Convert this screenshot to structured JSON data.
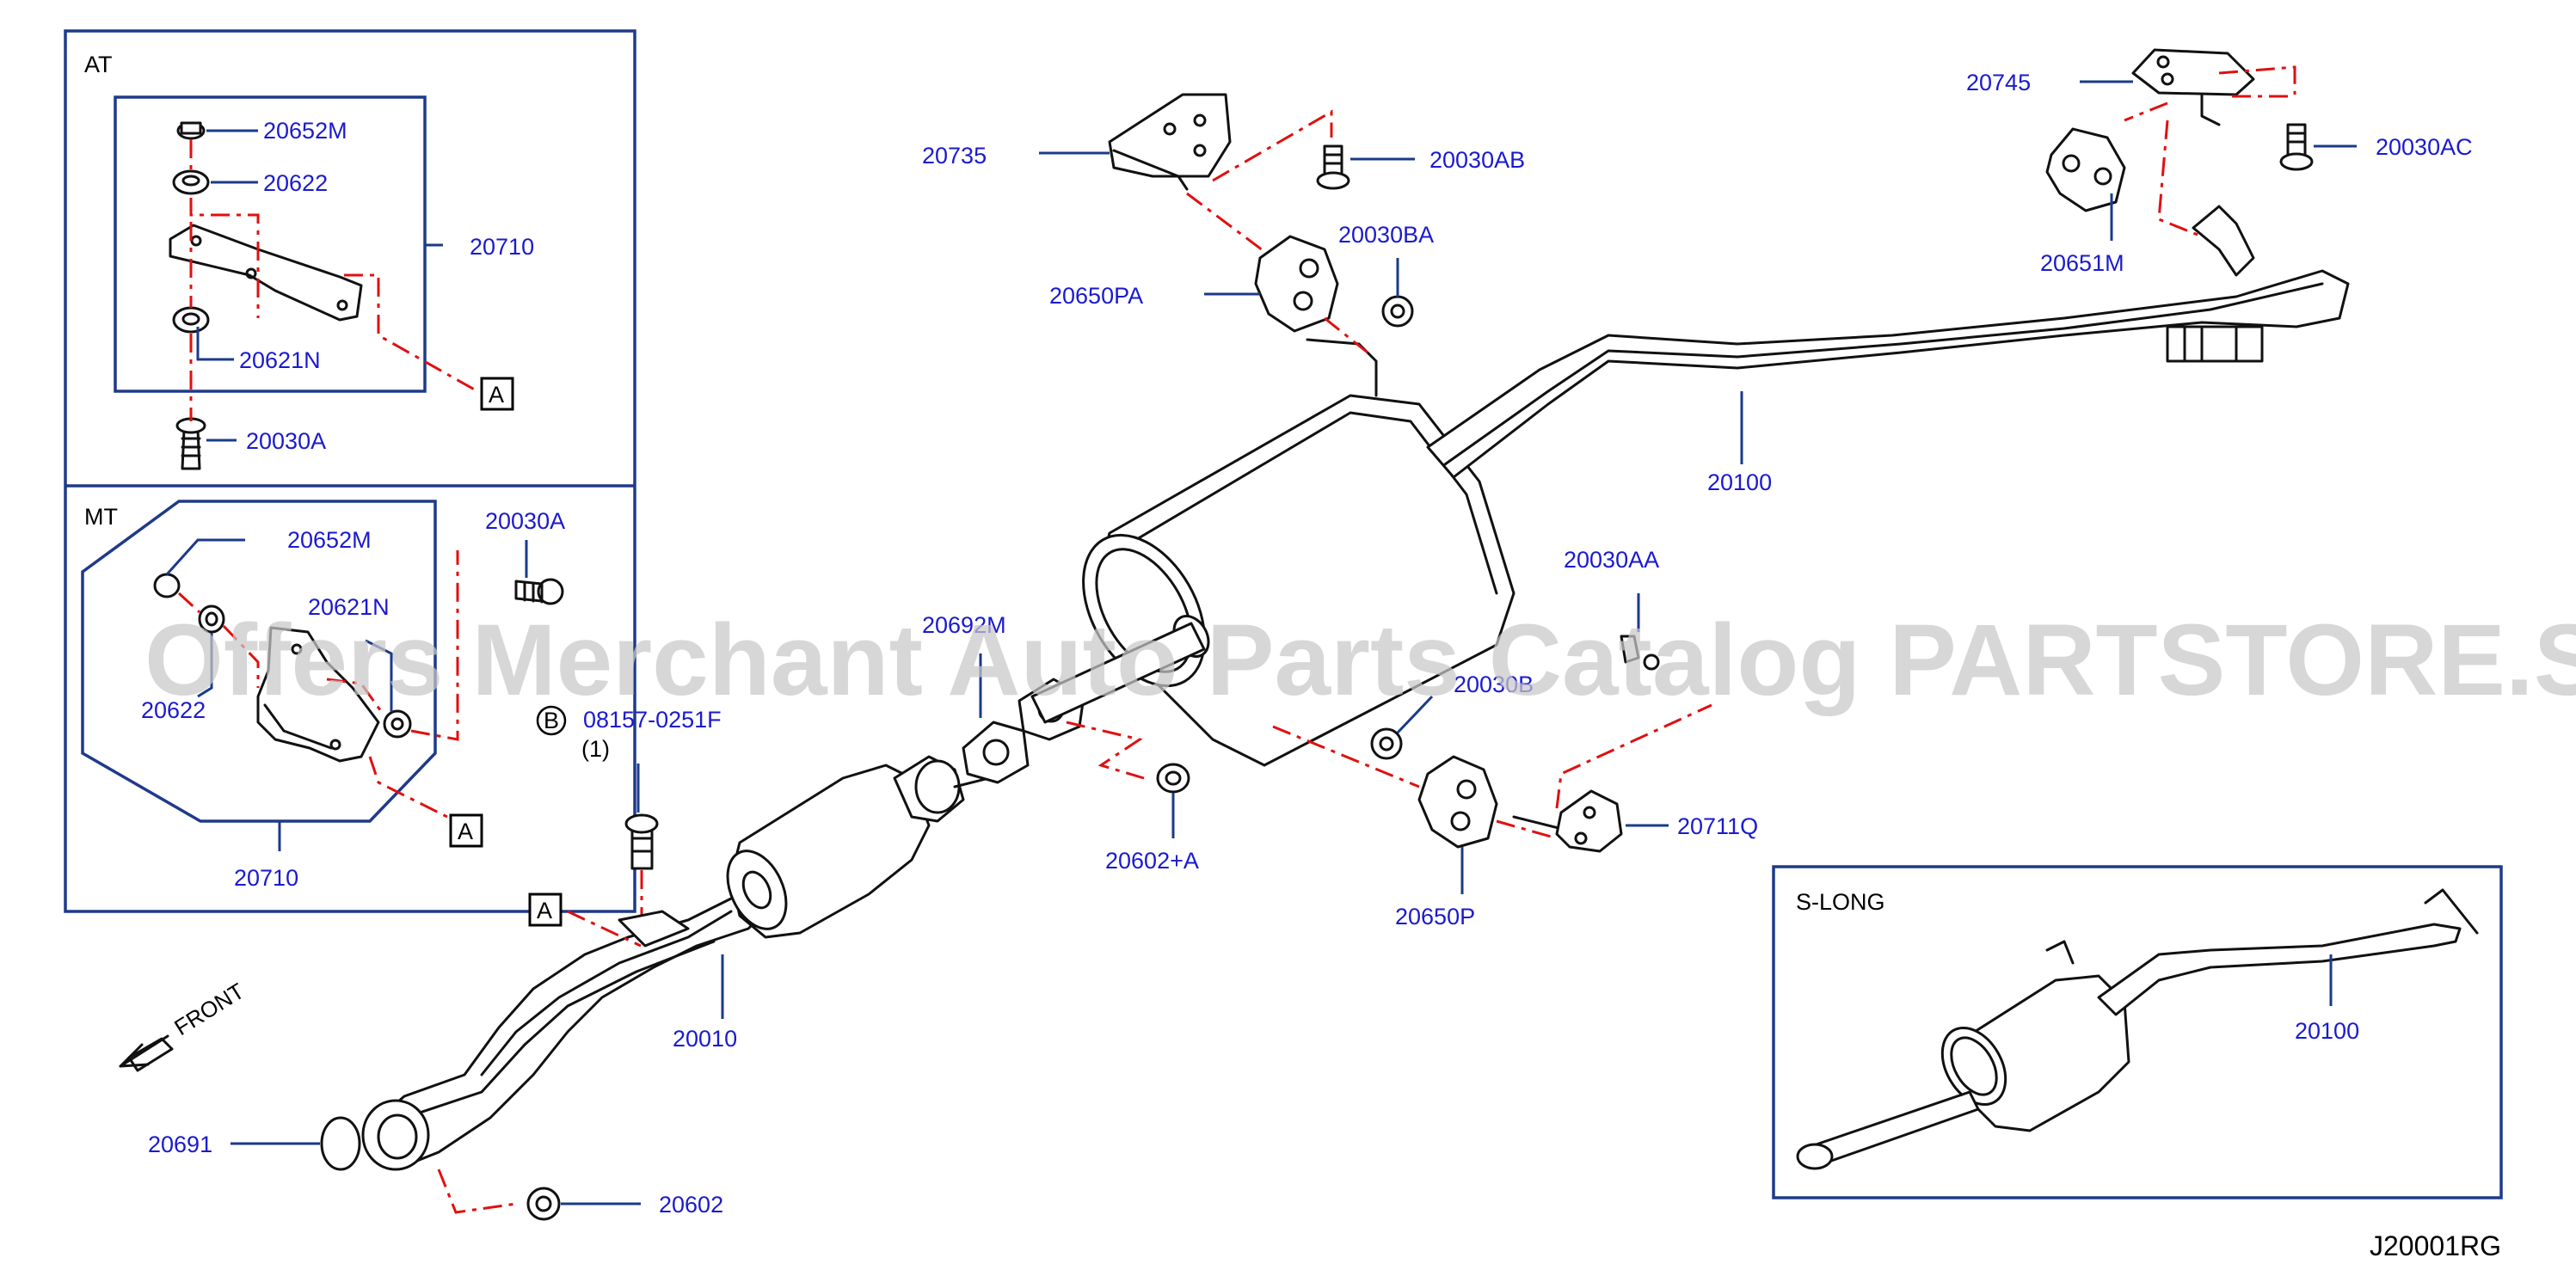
{
  "sections": {
    "at": "AT",
    "mt": "MT",
    "s_long": "S-LONG"
  },
  "parts": {
    "p20652M_at": "20652M",
    "p20622_at": "20622",
    "p20710_at": "20710",
    "p20621N_at": "20621N",
    "p20030A_at": "20030A",
    "p20652M_mt": "20652M",
    "p20621N_mt": "20621N",
    "p20622_mt": "20622",
    "p20710_mt": "20710",
    "p20030A_mt": "20030A",
    "p08157": "08157-0251F",
    "p08157_qty": "(1)",
    "p08157_circle": "B",
    "p20735": "20735",
    "p20030AB": "20030AB",
    "p20030BA": "20030BA",
    "p20650PA": "20650PA",
    "p20745": "20745",
    "p20030AC": "20030AC",
    "p20651M": "20651M",
    "p20100": "20100",
    "p20030AA": "20030AA",
    "p20692M": "20692M",
    "p20030B_partial": "20030B",
    "p20602A": "20602+A",
    "p20711Q": "20711Q",
    "p20650P": "20650P",
    "p20010": "20010",
    "p20691": "20691",
    "p20602": "20602",
    "p20100_slong": "20100"
  },
  "refs": {
    "a": "A"
  },
  "front_label": "FRONT",
  "diagram_code": "J20001RG",
  "watermark": "Offers Merchant Auto Parts Catalog PARTSTORE.SA",
  "colors": {
    "label": "#1a1ad0",
    "section_box": "#1e3a8a",
    "phantom_line": "#e01010",
    "watermark": "#c8c8c8"
  }
}
